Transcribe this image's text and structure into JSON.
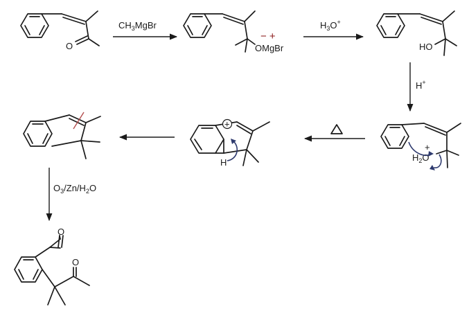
{
  "reagents": {
    "step1": "CH3MgBr",
    "step2": "H3O+",
    "step3": "H+",
    "step5": "O3/Zn/H2O"
  },
  "atoms": {
    "ketone_o": "O",
    "alkoxide_o": "OMgBr",
    "alkoxide_charges": "− +",
    "hydroxyl": "HO",
    "water": "H2O",
    "water_charge": "+",
    "carbocation_charge": "+",
    "hydride": "H",
    "aldehyde_o": "O",
    "ketone2_o": "O"
  },
  "symbols": {
    "heat": "triangle-heat-icon"
  }
}
